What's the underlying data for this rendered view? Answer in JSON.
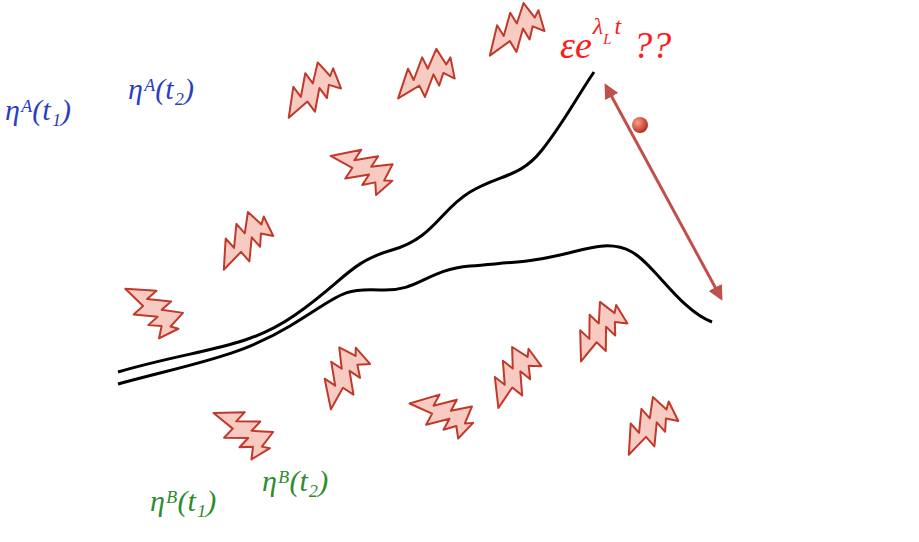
{
  "diagram": {
    "labels": [
      "ηᴬ(t₁)",
      "ηᴬ(t₂)",
      "ηᴮ(t₁)",
      "ηᴮ(t₂)",
      "εe",
      "λ",
      "L",
      "t",
      "??"
    ]
  }
}
